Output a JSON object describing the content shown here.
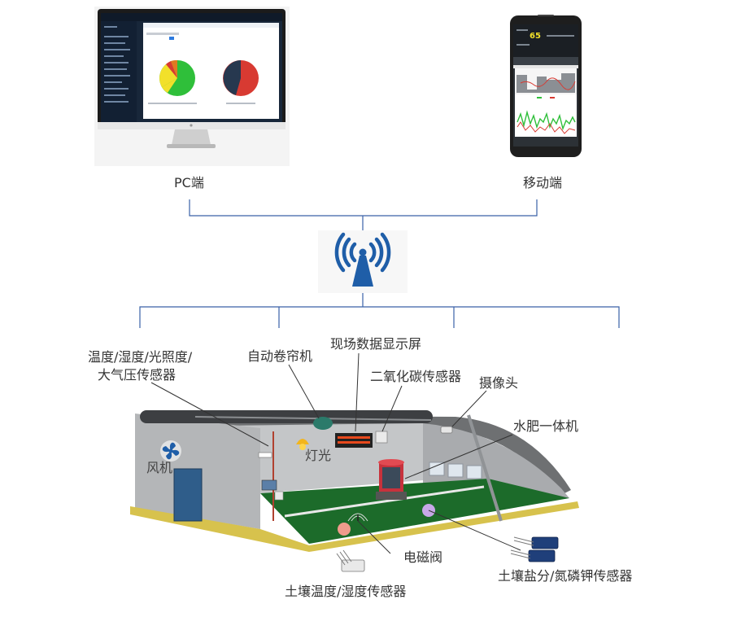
{
  "clients": {
    "pc_label": "PC端",
    "mobile_label": "移动端",
    "phone_reading": "65"
  },
  "devices": {
    "sensor_line1": "温度/湿度/光照度/",
    "sensor_line2": "大气压传感器",
    "curtain": "自动卷帘机",
    "display": "现场数据显示屏",
    "co2": "二氧化碳传感器",
    "camera": "摄像头",
    "fertigation": "水肥一体机",
    "fan": "风机",
    "light": "灯光",
    "valve": "电磁阀",
    "soil_temp_humidity": "土壤温度/湿度传感器",
    "soil_salt_npk": "土壤盐分/氮磷钾传感器"
  },
  "colors": {
    "tree_line": "#3a62a8",
    "antenna": "#1f5ea8",
    "floor": "#1c6b2a",
    "wall": "#b4b6b8",
    "pie_green": "#2fbf3a",
    "pie_yellow": "#f2e02a",
    "pie_red": "#d83a32",
    "pie_navy": "#27384f"
  }
}
